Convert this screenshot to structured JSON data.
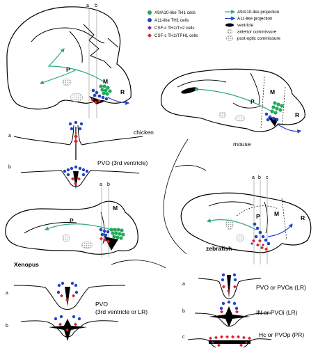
{
  "colors": {
    "a9a10": "#22a85a",
    "a11": "#1f45c8",
    "csf_th1_t2": "#7a2b8c",
    "csf_th2_tph1": "#e0202a",
    "projection_green": "#2ea87a",
    "projection_blue": "#1f45c8",
    "line": "#000000",
    "grey": "#bdbdbd"
  },
  "legend": {
    "cells": [
      {
        "label": "A9/A10-like TH1 cells",
        "color": "#22a85a",
        "icon": "green-circle"
      },
      {
        "label": "A11-like TH1 cells",
        "color": "#1f45c8",
        "icon": "blue-circle"
      },
      {
        "label": "CSF-c TH1/T=2 cells",
        "color": "#7a2b8c",
        "icon": "purple-diamond"
      },
      {
        "label": "CSF-c TH2/TPH1 cells",
        "color": "#e0202a",
        "icon": "red-diamond"
      }
    ],
    "structures": [
      {
        "label": "A9/A10-like projection",
        "icon": "green-arrow"
      },
      {
        "label": "A11-like projection",
        "icon": "blue-arrow"
      },
      {
        "label": "ventricle",
        "icon": "black-ellipse"
      },
      {
        "label": "anterior commissure",
        "icon": "dotted-grey-circle"
      },
      {
        "label": "post-optic commissure",
        "icon": "dotted-grey-ellipse"
      }
    ]
  },
  "species": {
    "chicken": {
      "name": "chicken",
      "p": "P",
      "m": "M",
      "r": "R",
      "ticks": [
        "a",
        "b"
      ],
      "section_a": "a",
      "section_b": "b",
      "section_caption": "PVO (3rd ventricle)"
    },
    "mouse": {
      "name": "mouse",
      "p": "P",
      "m": "M",
      "r": "R"
    },
    "xenopus": {
      "name": "Xenopus",
      "p": "P",
      "m": "M",
      "ticks": [
        "a",
        "b"
      ],
      "section_a": "a",
      "section_b": "b",
      "caption_line1": "PVO",
      "caption_line2": "(3rd ventricle or LR)"
    },
    "zebrafish": {
      "name": "zebrafish",
      "p": "P",
      "m": "M",
      "r": "R",
      "ticks": [
        "a",
        "b",
        "c"
      ],
      "sections": [
        {
          "label": "a",
          "caption": "PVO or PVOa (LR)"
        },
        {
          "label": "b",
          "caption": "IN or PVOi (LR)"
        },
        {
          "label": "c",
          "caption": "Hc or PVOp (PR)"
        }
      ]
    }
  }
}
